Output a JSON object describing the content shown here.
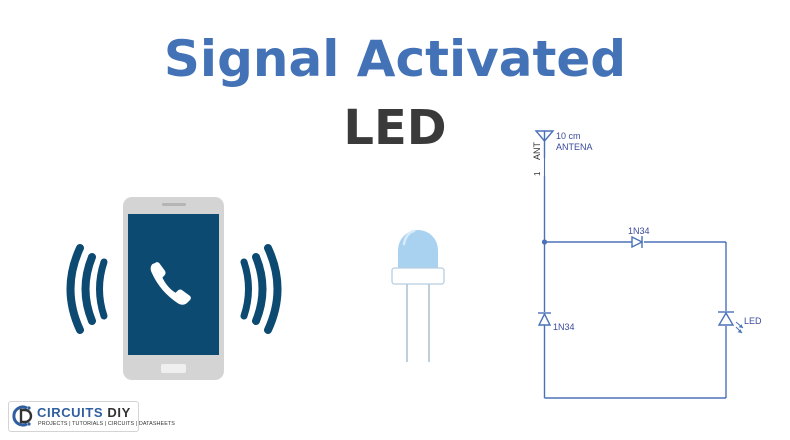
{
  "title": {
    "line1": "Signal Activated",
    "line2": "LED",
    "line1_color": "#4472b6",
    "line2_color": "#3a3a3a"
  },
  "illustration": {
    "phone_icon": "phone-ringing-icon",
    "phone_screen_color": "#0d4a72",
    "phone_body_color": "#d4d4d4",
    "wave_color": "#0d4a72",
    "led_icon": "led-icon",
    "led_color": "#a9d2f0"
  },
  "schematic": {
    "wire_color": "#4a72b8",
    "label_color": "#3b4a9c",
    "antenna_length": "10 cm",
    "antenna_name": "ANTENA",
    "antenna_ref": "ANT",
    "antenna_pin": "1",
    "diode_top": "1N34",
    "diode_left": "1N34",
    "led_label": "LED"
  },
  "logo": {
    "name_part1": "CIRCUITS",
    "name_part2": "DIY",
    "tagline": "PROJECTS | TUTORIALS | CIRCUITS | DATASHEETS",
    "name_color": "#2f5fa0",
    "diy_color": "#333333"
  }
}
